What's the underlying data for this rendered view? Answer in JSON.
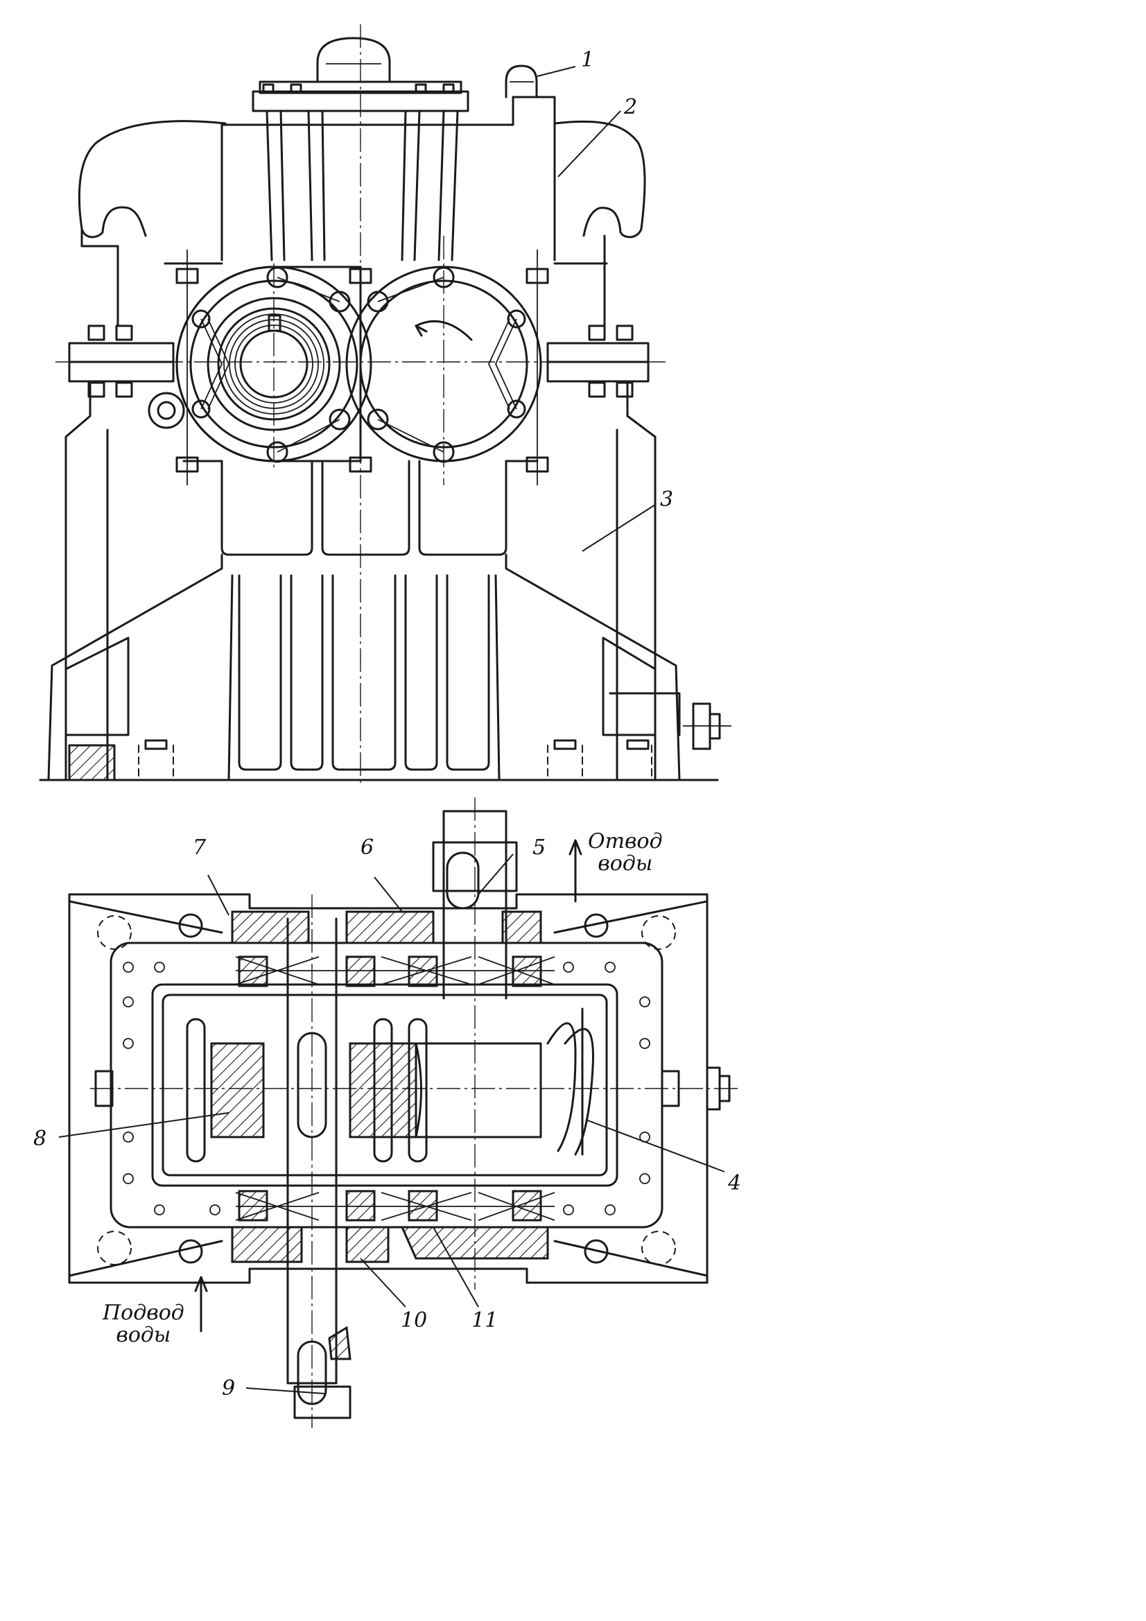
{
  "callouts": [
    {
      "id": "1",
      "text": "1"
    },
    {
      "id": "2",
      "text": "2"
    },
    {
      "id": "3",
      "text": "3"
    },
    {
      "id": "4",
      "text": "4"
    },
    {
      "id": "5",
      "text": "5"
    },
    {
      "id": "6",
      "text": "6"
    },
    {
      "id": "7",
      "text": "7"
    },
    {
      "id": "8",
      "text": "8"
    },
    {
      "id": "9",
      "text": "9"
    },
    {
      "id": "10",
      "text": "10"
    },
    {
      "id": "11",
      "text": "11"
    }
  ],
  "notes": {
    "water_out_line1": "Отвод",
    "water_out_line2": "воды",
    "water_in_line1": "Подвод",
    "water_in_line2": "воды"
  }
}
